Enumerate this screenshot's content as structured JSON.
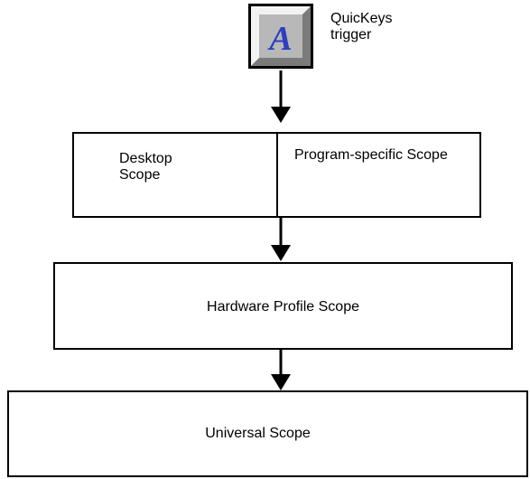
{
  "trigger": {
    "icon": "quickeys-trigger-icon",
    "glyph": "A",
    "label": "QuicKeys\ntrigger"
  },
  "scopes": {
    "desktop": "Desktop\nScope",
    "program_specific": "Program-specific Scope",
    "hardware_profile": "Hardware Profile Scope",
    "universal": "Universal Scope"
  },
  "colors": {
    "icon_face": "#b8b8b8",
    "icon_glyph": "#2b3fbf"
  }
}
